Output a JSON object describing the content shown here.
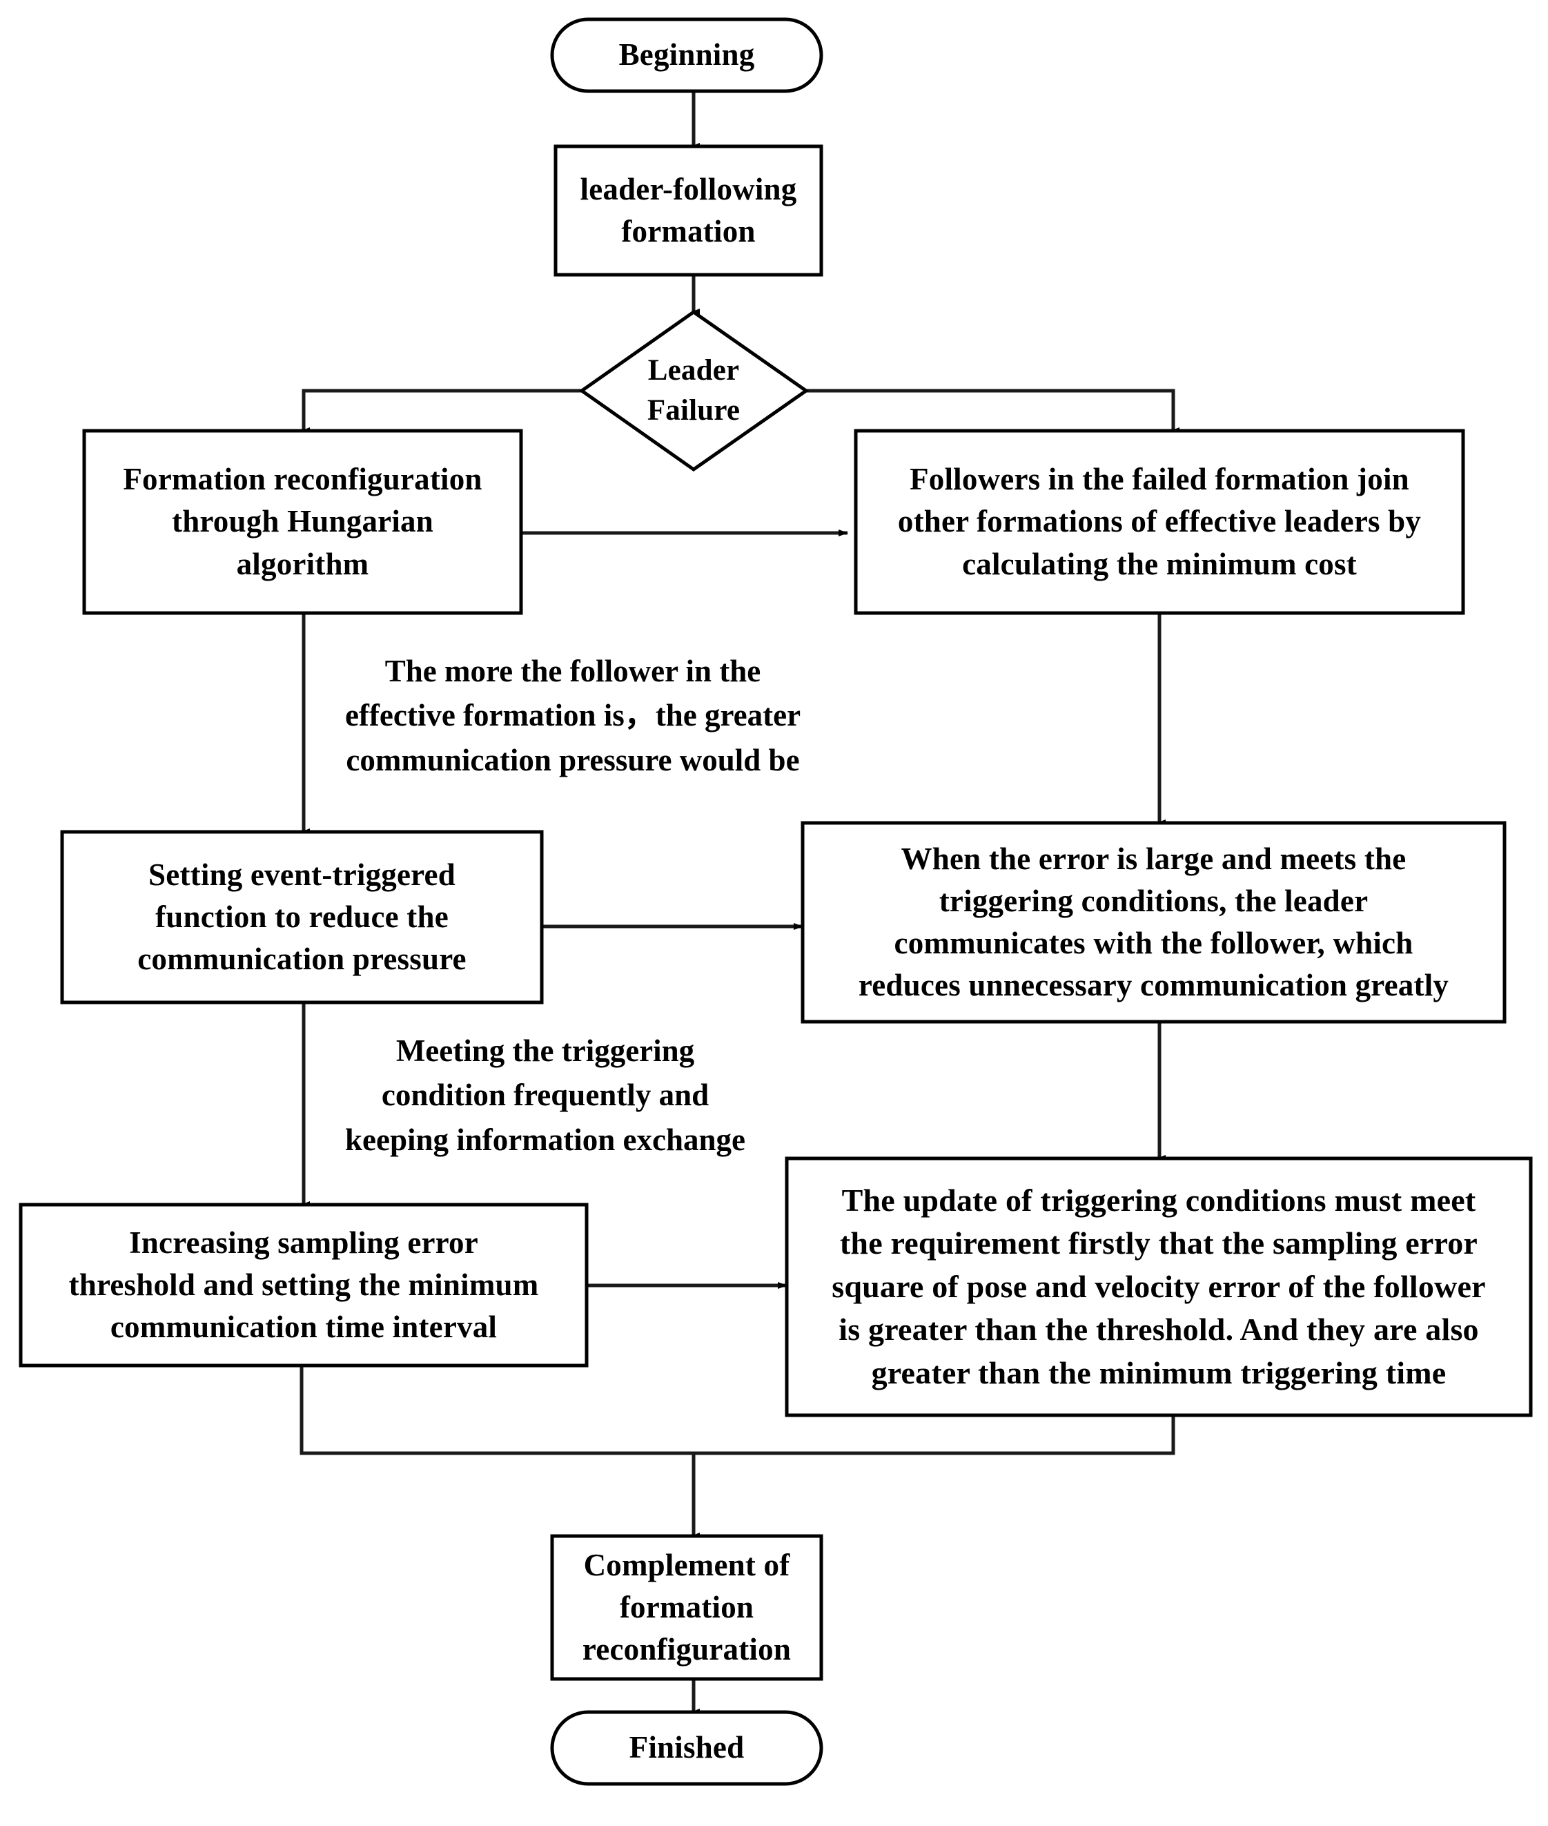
{
  "diagram": {
    "type": "flowchart",
    "title": "Leader-following formation reconfiguration flowchart",
    "background_color": "#ffffff",
    "line_color": "#1a1a1a",
    "text_color": "#000000"
  },
  "nodes": {
    "start": {
      "label": "Beginning",
      "shape": "terminator"
    },
    "leader_following": {
      "label": "leader-following\nformation",
      "shape": "process"
    },
    "decision": {
      "label": "Leader\nFailure",
      "shape": "decision"
    },
    "hungarian": {
      "label": "Formation reconfiguration\nthrough Hungarian\nalgorithm",
      "shape": "process"
    },
    "followers_join": {
      "label": "Followers in the failed formation join\nother formations of effective leaders by\ncalculating the minimum cost",
      "shape": "process"
    },
    "event_triggered": {
      "label": "Setting event-triggered\nfunction to reduce the\ncommunication pressure",
      "shape": "process"
    },
    "error_large": {
      "label": "When the error is large and meets the\ntriggering conditions, the leader\ncommunicates with the follower, which\nreduces unnecessary communication greatly",
      "shape": "process"
    },
    "increasing_threshold": {
      "label": "Increasing sampling error\nthreshold and setting the minimum\ncommunication time interval",
      "shape": "process"
    },
    "update_conditions": {
      "label": "The update of triggering conditions must meet\nthe requirement firstly that the sampling error\nsquare of pose and velocity error of the follower\nis greater than the threshold. And they are also\ngreater than the minimum triggering time",
      "shape": "process"
    },
    "complement": {
      "label": "Complement of\nformation\nreconfiguration",
      "shape": "process"
    },
    "finish": {
      "label": "Finished",
      "shape": "terminator"
    }
  },
  "annotations": {
    "follower_pressure": {
      "label": "The more the follower in the\neffective formation is，the greater\ncommunication pressure would be"
    },
    "triggering_frequently": {
      "label": "Meeting the triggering\ncondition frequently and\nkeeping information exchange"
    }
  },
  "edges": [
    {
      "name": "start-to-leader-following",
      "from": "start",
      "to": "leader_following",
      "arrow": true
    },
    {
      "name": "leader-following-to-decision",
      "from": "leader_following",
      "to": "decision",
      "arrow": true
    },
    {
      "name": "decision-to-hungarian",
      "from": "decision",
      "to": "hungarian",
      "arrow": true
    },
    {
      "name": "decision-to-followers-join",
      "from": "decision",
      "to": "followers_join",
      "arrow": true
    },
    {
      "name": "hungarian-to-followers-join",
      "from": "hungarian",
      "to": "followers_join",
      "arrow": true
    },
    {
      "name": "hungarian-to-event-triggered",
      "from": "hungarian",
      "to": "event_triggered",
      "arrow": true
    },
    {
      "name": "followers-join-to-error-large",
      "from": "followers_join",
      "to": "error_large",
      "arrow": true
    },
    {
      "name": "event-triggered-to-error-large",
      "from": "event_triggered",
      "to": "error_large",
      "arrow": true
    },
    {
      "name": "event-triggered-to-increasing-threshold",
      "from": "event_triggered",
      "to": "increasing_threshold",
      "arrow": true
    },
    {
      "name": "error-large-to-update-conditions",
      "from": "error_large",
      "to": "update_conditions",
      "arrow": true
    },
    {
      "name": "increasing-threshold-to-update-conditions",
      "from": "increasing_threshold",
      "to": "update_conditions",
      "arrow": true
    },
    {
      "name": "merge-to-complement",
      "from": "increasing_threshold,update_conditions",
      "to": "complement",
      "arrow": true
    },
    {
      "name": "complement-to-finish",
      "from": "complement",
      "to": "finish",
      "arrow": true
    }
  ]
}
